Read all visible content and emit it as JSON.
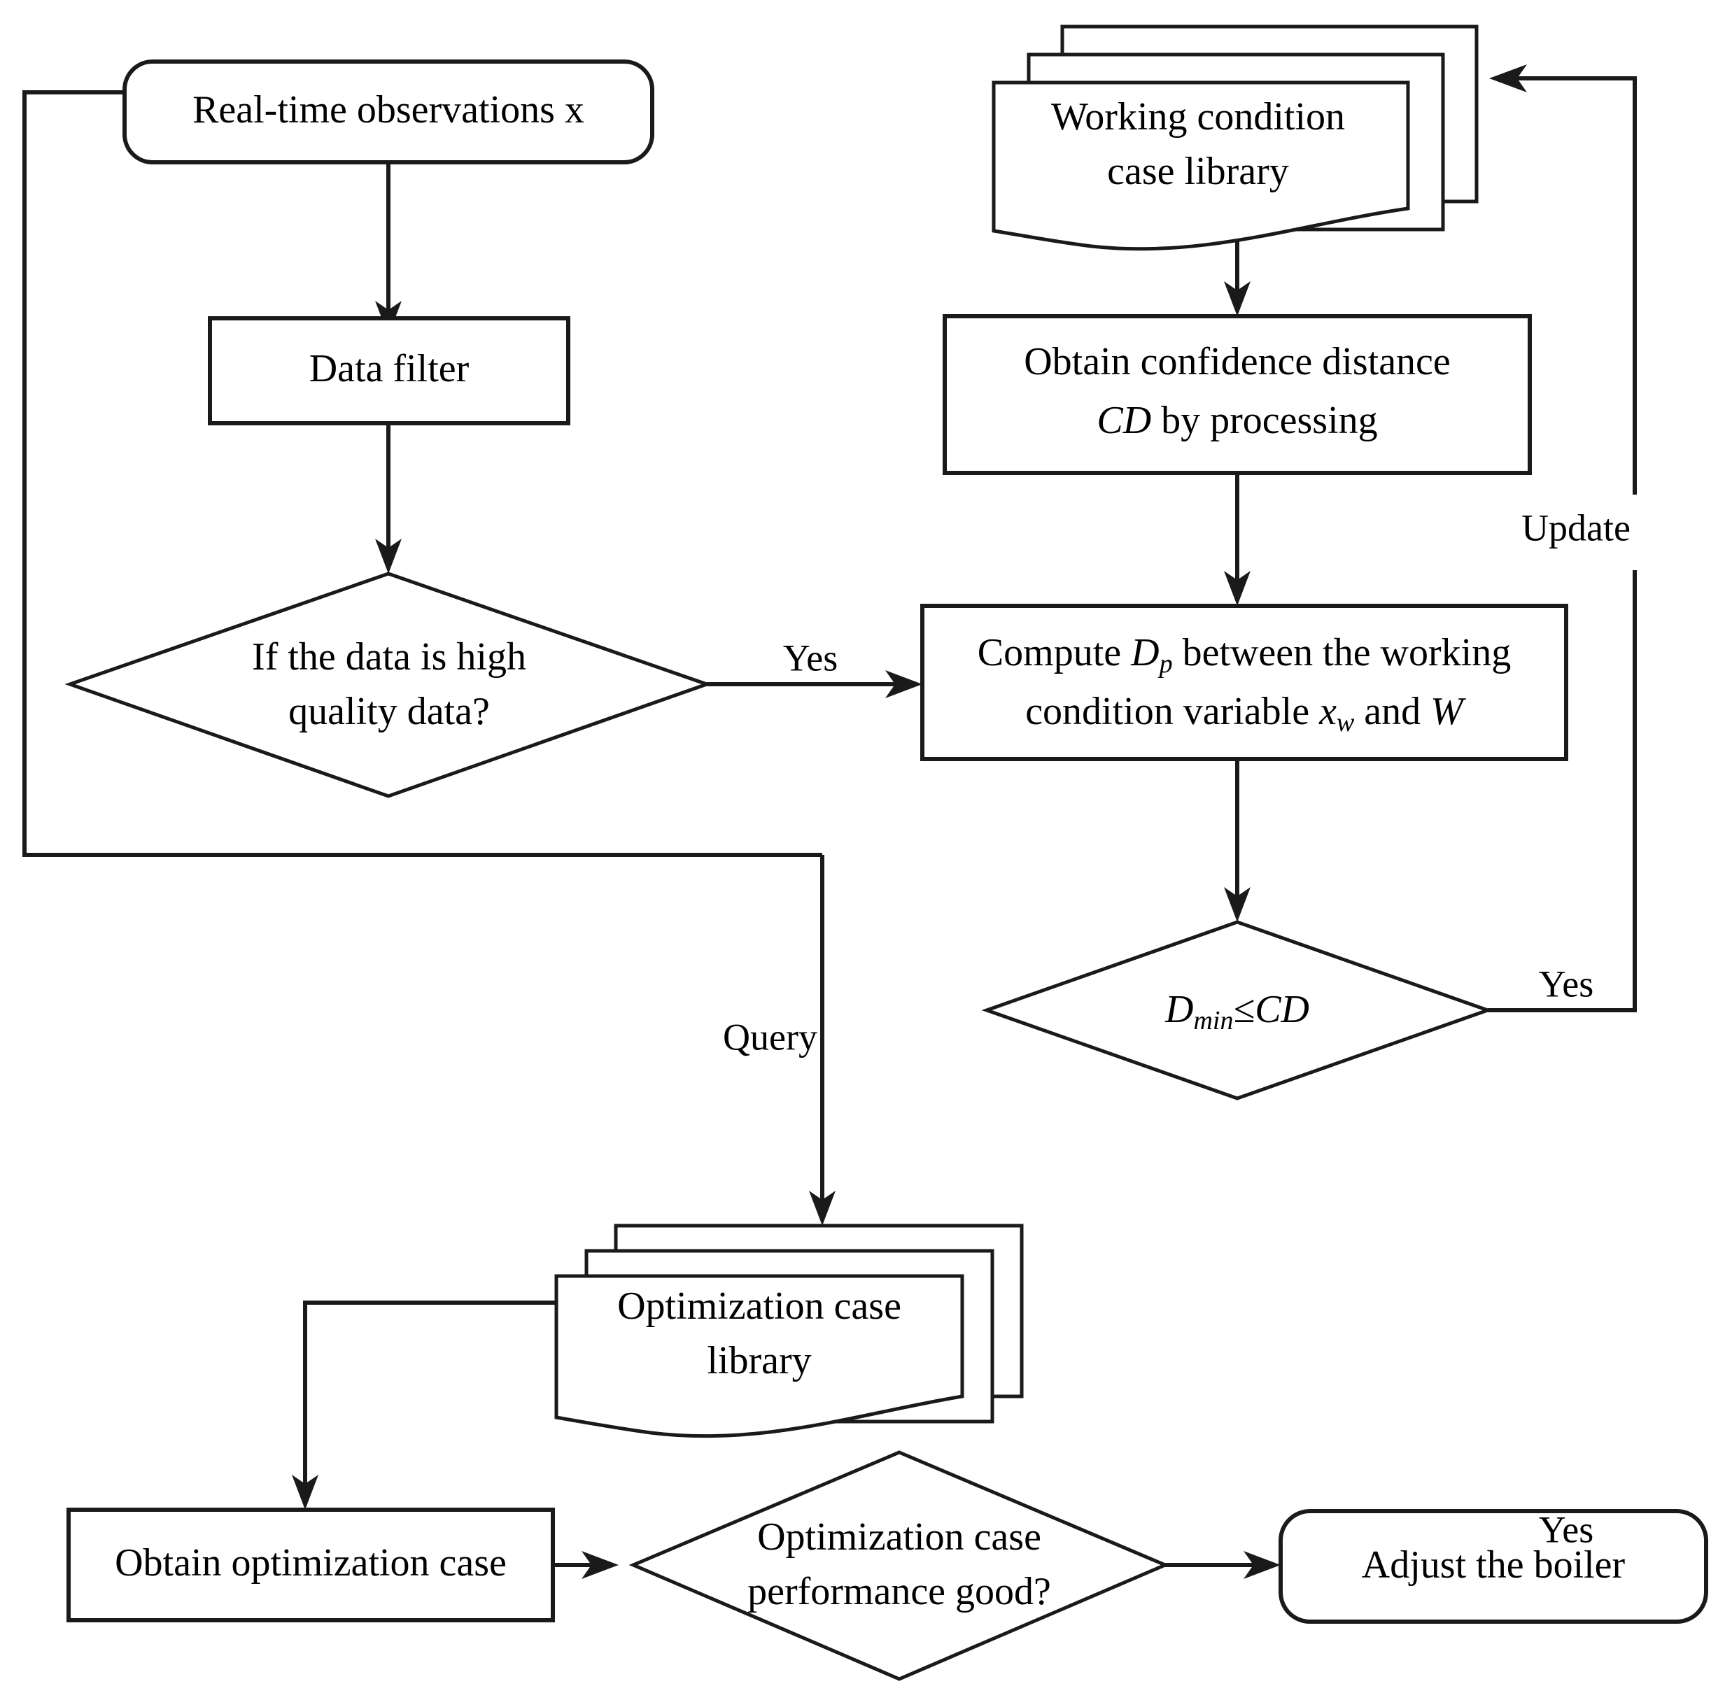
{
  "diagram": {
    "title": "Working condition case-based boiler optimization flowchart",
    "background_color": "#ffffff",
    "line_color": "#1a1a1a"
  },
  "nodes": {
    "realtime_observations": {
      "label": "Real-time observations x",
      "shape": "rounded-rectangle"
    },
    "data_filter": {
      "label": "Data filter",
      "shape": "rectangle"
    },
    "quality_decision": {
      "line1": "If the data is high",
      "line2": "quality data?",
      "shape": "diamond"
    },
    "working_condition_library": {
      "line1": "Working condition",
      "line2": "case library",
      "shape": "multi-document"
    },
    "obtain_confidence_distance": {
      "line1": "Obtain confidence distance",
      "line2_pre": "",
      "line2_italic": "CD",
      "line2_post": " by processing",
      "shape": "rectangle"
    },
    "compute_dp": {
      "line1_pre": "Compute ",
      "line1_italic": "D",
      "line1_sub": "p",
      "line1_post": " between the working",
      "line2_pre": "condition variable ",
      "line2_italic": "x",
      "line2_sub": "w",
      "line2_mid": " and ",
      "line2_italic2": "W",
      "shape": "rectangle"
    },
    "dmin_decision": {
      "italic1": "D",
      "sub1": "min",
      "operator": "≤",
      "italic2": "CD",
      "shape": "diamond"
    },
    "optimization_library": {
      "line1": "Optimization case",
      "line2": "library",
      "shape": "multi-document"
    },
    "obtain_optimization_case": {
      "label": "Obtain optimization case",
      "shape": "rectangle"
    },
    "performance_decision": {
      "line1": "Optimization case",
      "line2": "performance good?",
      "shape": "diamond"
    },
    "adjust_boiler": {
      "label": "Adjust the boiler",
      "shape": "rounded-rectangle"
    }
  },
  "edge_labels": {
    "quality_yes": "Yes",
    "dmin_yes": "Yes",
    "performance_yes": "Yes",
    "update": "Update",
    "query": "Query"
  }
}
